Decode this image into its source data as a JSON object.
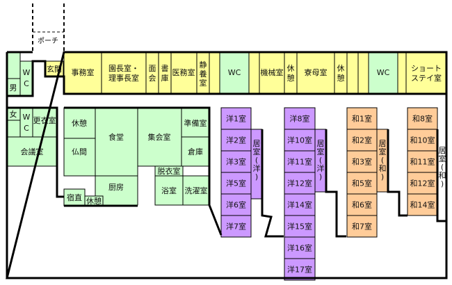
{
  "colors": {
    "yellow": "#ffff99",
    "green": "#ccffcc",
    "purple": "#cc99ff",
    "orange": "#ffcc99",
    "wall": "#000000"
  },
  "labels": {
    "porch": "ポーチ",
    "entrance": "玄関",
    "men": "男",
    "women": "女",
    "wc": "WC",
    "wc_vertical": [
      "W",
      "C"
    ],
    "office": "事務室",
    "director": [
      "園長室・",
      "理事長室"
    ],
    "visit": [
      "面",
      "会"
    ],
    "archive": [
      "書",
      "庫"
    ],
    "medical": "医務室",
    "quiet": [
      "静",
      "養",
      "室"
    ],
    "machine": "機械室",
    "dorm_mother": "寮母室",
    "rest": "休憩",
    "rest_vertical": [
      "休",
      "憩"
    ],
    "short_stay": [
      "ショート",
      "ステイ室"
    ],
    "changing": "更衣室",
    "meeting": "会議室",
    "buddhist": "仏間",
    "dining": "食堂",
    "assembly": "集会室",
    "prep": "準備室",
    "storage": "倉庫",
    "undress": "脱衣室",
    "bath": "浴室",
    "laundry": "洗濯室",
    "kitchen": "厨房",
    "night_duty": "宿直",
    "living_western": [
      "居",
      "室",
      "(",
      "洋",
      ")"
    ],
    "living_japanese": [
      "居",
      "室",
      "(",
      "和",
      ")"
    ]
  },
  "rooms_western_a": [
    "洋1室",
    "洋2室",
    "洋3室",
    "洋5室",
    "洋6室",
    "洋7室"
  ],
  "rooms_western_b": [
    "洋8室",
    "洋10室",
    "洋11室",
    "洋12室",
    "洋14室",
    "洋15室",
    "洋16室",
    "洋17室"
  ],
  "rooms_japanese_a": [
    "和1室",
    "和2室",
    "和3室",
    "和5室",
    "和6室",
    "和7室"
  ],
  "rooms_japanese_b": [
    "和8室",
    "和10室",
    "和11室",
    "和12室",
    "和14室"
  ]
}
